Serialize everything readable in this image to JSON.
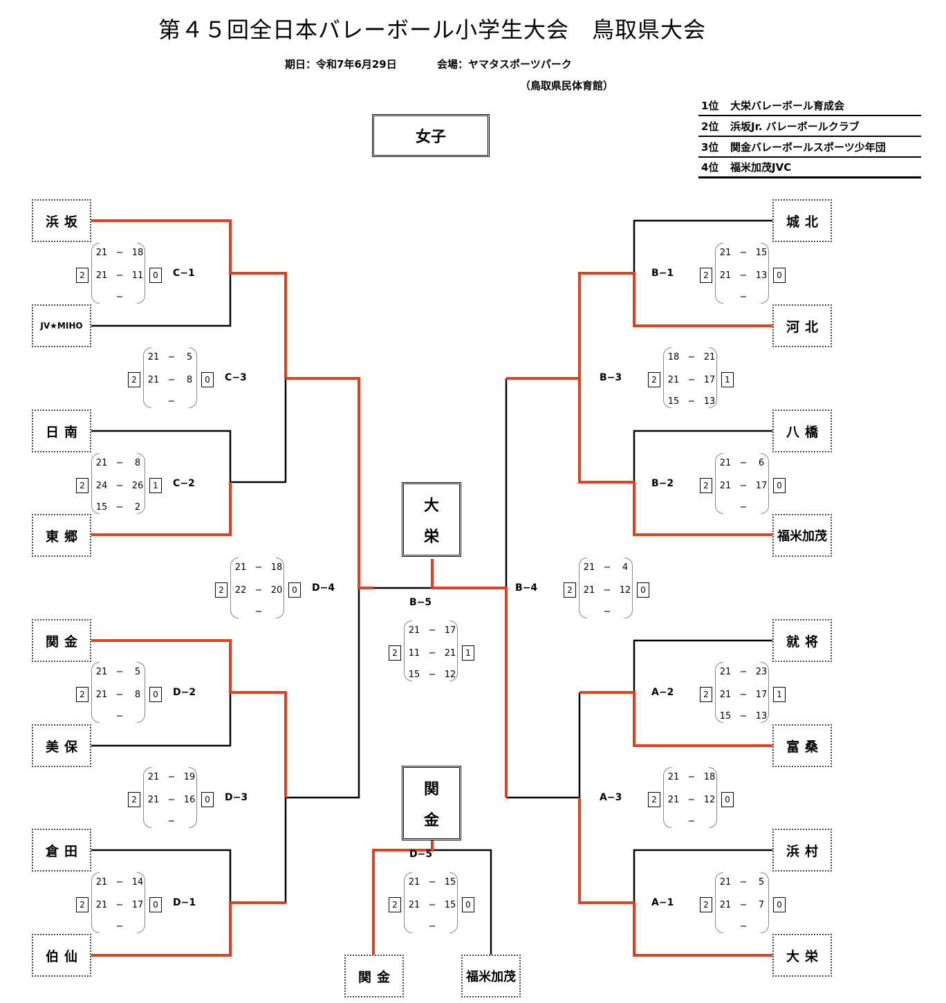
{
  "title": "第４５回全日本バレーボール小学生大会　鳥取県大会",
  "info": {
    "date": "期日：令和7年6月29日",
    "venue": "会場：ヤマタスポーツパーク",
    "venue_sub": "（鳥取県民体育館）"
  },
  "division": "女子",
  "ranking": [
    {
      "pos": "1位",
      "team": "大栄バレーボール育成会"
    },
    {
      "pos": "2位",
      "team": "浜坂Jr. バレーボールクラブ"
    },
    {
      "pos": "3位",
      "team": "関金バレーボールスポーツ少年団"
    },
    {
      "pos": "4位",
      "team": "福米加茂JVC"
    }
  ],
  "teams": {
    "hamasaka": "浜坂",
    "jvmiho": "JV★MIHO",
    "nichinan": "日南",
    "togo": "東郷",
    "sekigane": "関金",
    "miho": "美保",
    "kurayoshi": "倉田",
    "hakusen": "伯仙",
    "johoku": "城北",
    "kahoku": "河北",
    "yahashi": "八橋",
    "fukuyone": "福米加茂",
    "shusho": "就将",
    "tomikuwa": "富桑",
    "hamamura": "浜村",
    "daiei": "大栄",
    "third_a": "関金",
    "third_b": "福米加茂"
  },
  "champions": {
    "final": [
      "大",
      "栄"
    ],
    "third": [
      "関",
      "金"
    ]
  },
  "matches": {
    "C1": {
      "code": "C−1",
      "sets": [
        [
          "21",
          "18"
        ],
        [
          "21",
          "11"
        ],
        [
          "",
          ""
        ]
      ],
      "left": "2",
      "right": "0"
    },
    "C3": {
      "code": "C−3",
      "sets": [
        [
          "21",
          "5"
        ],
        [
          "21",
          "8"
        ],
        [
          "",
          ""
        ]
      ],
      "left": "2",
      "right": "0"
    },
    "C2": {
      "code": "C−2",
      "sets": [
        [
          "21",
          "8"
        ],
        [
          "24",
          "26"
        ],
        [
          "15",
          "2"
        ]
      ],
      "left": "2",
      "right": "1"
    },
    "D4": {
      "code": "D−4",
      "sets": [
        [
          "21",
          "18"
        ],
        [
          "22",
          "20"
        ],
        [
          "",
          ""
        ]
      ],
      "left": "2",
      "right": "0"
    },
    "D2": {
      "code": "D−2",
      "sets": [
        [
          "21",
          "5"
        ],
        [
          "21",
          "8"
        ],
        [
          "",
          ""
        ]
      ],
      "left": "2",
      "right": "0"
    },
    "D3": {
      "code": "D−3",
      "sets": [
        [
          "21",
          "19"
        ],
        [
          "21",
          "16"
        ],
        [
          "",
          ""
        ]
      ],
      "left": "2",
      "right": "0"
    },
    "D1": {
      "code": "D−1",
      "sets": [
        [
          "21",
          "14"
        ],
        [
          "21",
          "17"
        ],
        [
          "",
          ""
        ]
      ],
      "left": "2",
      "right": "0"
    },
    "B1": {
      "code": "B−1",
      "sets": [
        [
          "21",
          "15"
        ],
        [
          "21",
          "13"
        ],
        [
          "",
          ""
        ]
      ],
      "left": "2",
      "right": "0"
    },
    "B3": {
      "code": "B−3",
      "sets": [
        [
          "18",
          "21"
        ],
        [
          "21",
          "17"
        ],
        [
          "15",
          "13"
        ]
      ],
      "left": "2",
      "right": "1"
    },
    "B2": {
      "code": "B−2",
      "sets": [
        [
          "21",
          "6"
        ],
        [
          "21",
          "17"
        ],
        [
          "",
          ""
        ]
      ],
      "left": "2",
      "right": "0"
    },
    "B4": {
      "code": "B−4",
      "sets": [
        [
          "21",
          "4"
        ],
        [
          "21",
          "12"
        ],
        [
          "",
          ""
        ]
      ],
      "left": "2",
      "right": "0"
    },
    "A2": {
      "code": "A−2",
      "sets": [
        [
          "21",
          "23"
        ],
        [
          "21",
          "17"
        ],
        [
          "15",
          "13"
        ]
      ],
      "left": "2",
      "right": "1"
    },
    "A3": {
      "code": "A−3",
      "sets": [
        [
          "21",
          "18"
        ],
        [
          "21",
          "12"
        ],
        [
          "",
          ""
        ]
      ],
      "left": "2",
      "right": "0"
    },
    "A1": {
      "code": "A−1",
      "sets": [
        [
          "21",
          "5"
        ],
        [
          "21",
          "7"
        ],
        [
          "",
          ""
        ]
      ],
      "left": "2",
      "right": "0"
    },
    "B5": {
      "code": "B−5",
      "sets": [
        [
          "21",
          "17"
        ],
        [
          "11",
          "21"
        ],
        [
          "15",
          "12"
        ]
      ],
      "left": "2",
      "right": "1"
    },
    "D5": {
      "code": "D−5",
      "sets": [
        [
          "21",
          "15"
        ],
        [
          "21",
          "15"
        ],
        [
          "",
          ""
        ]
      ],
      "left": "2",
      "right": "0"
    }
  },
  "colors": {
    "winner_line": "#e0401e",
    "line": "#000000"
  }
}
